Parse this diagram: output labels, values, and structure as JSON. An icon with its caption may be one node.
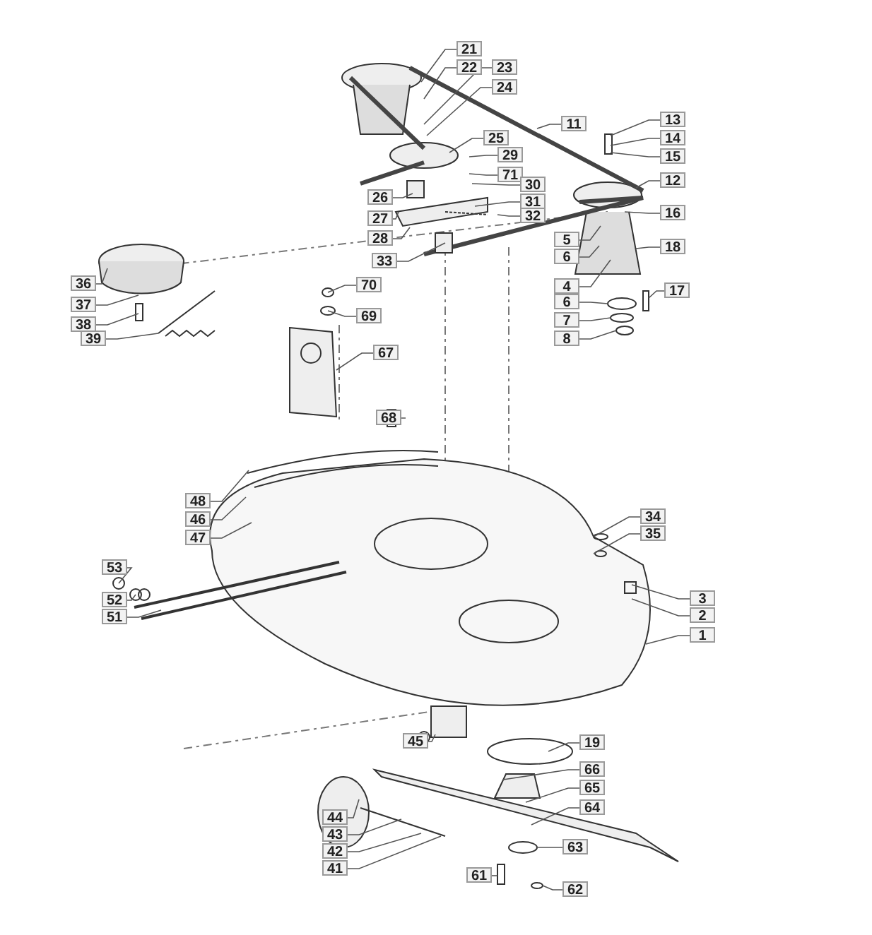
{
  "diagram": {
    "nodes": [
      {
        "text": [
          "21"
        ]
      },
      {
        "text": [
          "22"
        ]
      },
      {
        "text": [
          "23"
        ]
      },
      {
        "text": [
          "24"
        ]
      },
      {
        "text": [
          "11"
        ]
      },
      {
        "text": [
          "25"
        ]
      },
      {
        "text": [
          "13"
        ]
      },
      {
        "text": [
          "14"
        ]
      },
      {
        "text": [
          "15"
        ]
      },
      {
        "text": [
          "12"
        ]
      },
      {
        "text": [
          "29"
        ]
      },
      {
        "text": [
          "71"
        ]
      },
      {
        "text": [
          "30"
        ]
      },
      {
        "text": [
          "31"
        ]
      },
      {
        "text": [
          "32"
        ]
      },
      {
        "text": [
          "26"
        ]
      },
      {
        "text": [
          "27"
        ]
      },
      {
        "text": [
          "28"
        ]
      },
      {
        "text": [
          "16"
        ]
      },
      {
        "text": [
          "5"
        ]
      },
      {
        "text": [
          "6"
        ]
      },
      {
        "text": [
          "18"
        ]
      },
      {
        "text": [
          "33"
        ]
      },
      {
        "text": [
          "36"
        ]
      },
      {
        "text": [
          "37"
        ]
      },
      {
        "text": [
          "38"
        ]
      },
      {
        "text": [
          "39"
        ]
      },
      {
        "text": [
          "70"
        ]
      },
      {
        "text": [
          "69"
        ]
      },
      {
        "text": [
          "4"
        ]
      },
      {
        "text": [
          "6"
        ]
      },
      {
        "text": [
          "17"
        ]
      },
      {
        "text": [
          "7"
        ]
      },
      {
        "text": [
          "8"
        ]
      },
      {
        "text": [
          "67"
        ]
      },
      {
        "text": [
          "68"
        ]
      },
      {
        "text": [
          "48"
        ]
      },
      {
        "text": [
          "46"
        ]
      },
      {
        "text": [
          "47"
        ]
      },
      {
        "text": [
          "34"
        ]
      },
      {
        "text": [
          "35"
        ]
      },
      {
        "text": [
          "53"
        ]
      },
      {
        "text": [
          "52"
        ]
      },
      {
        "text": [
          "51"
        ]
      },
      {
        "text": [
          "3"
        ]
      },
      {
        "text": [
          "2"
        ]
      },
      {
        "text": [
          "1"
        ]
      },
      {
        "text": [
          "45"
        ]
      },
      {
        "text": [
          "19"
        ]
      },
      {
        "text": [
          "66"
        ]
      },
      {
        "text": [
          "65"
        ]
      },
      {
        "text": [
          "44"
        ]
      },
      {
        "text": [
          "64"
        ]
      },
      {
        "text": [
          "43"
        ]
      },
      {
        "text": [
          "42"
        ]
      },
      {
        "text": [
          "41"
        ]
      },
      {
        "text": [
          "63"
        ]
      },
      {
        "text": [
          "61"
        ]
      },
      {
        "text": [
          "62"
        ]
      }
    ],
    "edges": [
      {
        "from": 0,
        "to": null,
        "arrow": "none"
      },
      {
        "from": 1,
        "to": null,
        "arrow": "none"
      },
      {
        "from": 2,
        "to": null,
        "arrow": "none"
      },
      {
        "from": 3,
        "to": null,
        "arrow": "none"
      },
      {
        "from": 4,
        "to": null,
        "arrow": "none"
      },
      {
        "from": 5,
        "to": null,
        "arrow": "none"
      },
      {
        "from": 6,
        "to": null,
        "arrow": "none"
      },
      {
        "from": 7,
        "to": null,
        "arrow": "none"
      },
      {
        "from": 8,
        "to": null,
        "arrow": "none"
      },
      {
        "from": 9,
        "to": null,
        "arrow": "none"
      },
      {
        "from": 10,
        "to": null,
        "arrow": "none"
      },
      {
        "from": 11,
        "to": null,
        "arrow": "none"
      },
      {
        "from": 12,
        "to": null,
        "arrow": "none"
      },
      {
        "from": 13,
        "to": null,
        "arrow": "none"
      },
      {
        "from": 14,
        "to": null,
        "arrow": "none"
      },
      {
        "from": 15,
        "to": null,
        "arrow": "none"
      },
      {
        "from": 16,
        "to": null,
        "arrow": "none"
      },
      {
        "from": 17,
        "to": null,
        "arrow": "none"
      },
      {
        "from": 18,
        "to": null,
        "arrow": "none"
      },
      {
        "from": 19,
        "to": null,
        "arrow": "none"
      },
      {
        "from": 20,
        "to": null,
        "arrow": "none"
      },
      {
        "from": 21,
        "to": null,
        "arrow": "none"
      },
      {
        "from": 22,
        "to": null,
        "arrow": "none"
      },
      {
        "from": 23,
        "to": null,
        "arrow": "none"
      },
      {
        "from": 24,
        "to": null,
        "arrow": "none"
      },
      {
        "from": 25,
        "to": null,
        "arrow": "none"
      },
      {
        "from": 26,
        "to": null,
        "arrow": "none"
      },
      {
        "from": 27,
        "to": null,
        "arrow": "none"
      },
      {
        "from": 28,
        "to": null,
        "arrow": "none"
      },
      {
        "from": 29,
        "to": null,
        "arrow": "none"
      },
      {
        "from": 30,
        "to": null,
        "arrow": "none"
      },
      {
        "from": 31,
        "to": null,
        "arrow": "none"
      },
      {
        "from": 32,
        "to": null,
        "arrow": "none"
      },
      {
        "from": 33,
        "to": null,
        "arrow": "none"
      },
      {
        "from": 34,
        "to": null,
        "arrow": "none"
      },
      {
        "from": 35,
        "to": null,
        "arrow": "none"
      },
      {
        "from": 36,
        "to": null,
        "arrow": "none"
      },
      {
        "from": 37,
        "to": null,
        "arrow": "none"
      },
      {
        "from": 38,
        "to": null,
        "arrow": "none"
      },
      {
        "from": 39,
        "to": null,
        "arrow": "none"
      },
      {
        "from": 40,
        "to": null,
        "arrow": "none"
      },
      {
        "from": 41,
        "to": null,
        "arrow": "none"
      },
      {
        "from": 42,
        "to": null,
        "arrow": "none"
      },
      {
        "from": 43,
        "to": null,
        "arrow": "none"
      },
      {
        "from": 44,
        "to": null,
        "arrow": "none"
      },
      {
        "from": 45,
        "to": null,
        "arrow": "none"
      },
      {
        "from": 46,
        "to": null,
        "arrow": "none"
      },
      {
        "from": 47,
        "to": null,
        "arrow": "none"
      },
      {
        "from": 48,
        "to": null,
        "arrow": "none"
      },
      {
        "from": 49,
        "to": null,
        "arrow": "none"
      },
      {
        "from": 50,
        "to": null,
        "arrow": "none"
      },
      {
        "from": 51,
        "to": null,
        "arrow": "none"
      },
      {
        "from": 52,
        "to": null,
        "arrow": "none"
      },
      {
        "from": 53,
        "to": null,
        "arrow": "none"
      },
      {
        "from": 54,
        "to": null,
        "arrow": "none"
      },
      {
        "from": 55,
        "to": null,
        "arrow": "none"
      },
      {
        "from": 56,
        "to": null,
        "arrow": "none"
      },
      {
        "from": 57,
        "to": null,
        "arrow": "none"
      },
      {
        "from": 58,
        "to": null,
        "arrow": "none"
      }
    ]
  }
}
